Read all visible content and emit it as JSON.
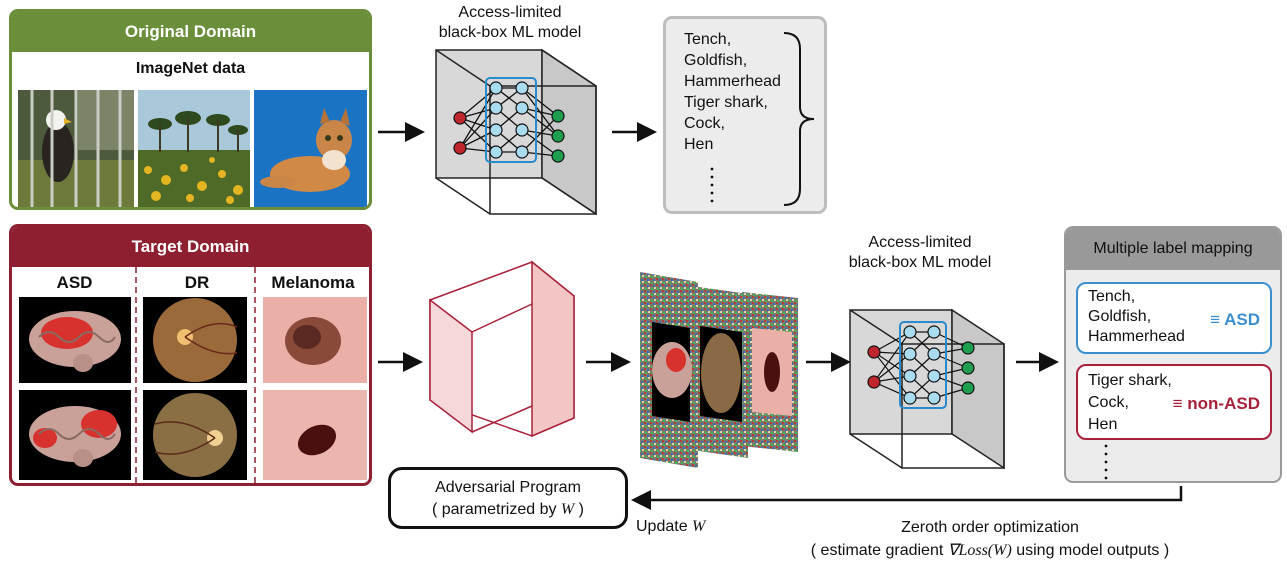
{
  "original_domain": {
    "title": "Original Domain",
    "subtitle": "ImageNet data"
  },
  "target_domain": {
    "title": "Target Domain",
    "columns": [
      "ASD",
      "DR",
      "Melanoma"
    ]
  },
  "model_top": {
    "label_line1": "Access-limited",
    "label_line2": "black-box ML model"
  },
  "model_bottom": {
    "label_line1": "Access-limited",
    "label_line2": "black-box ML model"
  },
  "imagenet_labels": [
    "Tench,",
    "Goldfish,",
    "Hammerhead",
    "Tiger shark,",
    "Cock,",
    "Hen"
  ],
  "label_mapping": {
    "title": "Multiple label mapping",
    "asd_items": [
      "Tench,",
      "Goldfish,",
      "Hammerhead"
    ],
    "asd_label": "≡ ASD",
    "nonasd_items": [
      "Tiger shark,",
      "Cock,",
      "Hen"
    ],
    "nonasd_label": "≡ non-ASD"
  },
  "adversarial_program": {
    "line1": "Adversarial Program",
    "line2_prefix": "( parametrized by ",
    "line2_var": "W",
    "line2_suffix": " )"
  },
  "update": {
    "prefix": "Update ",
    "var": "W"
  },
  "optimization": {
    "line1": "Zeroth order optimization",
    "line2_prefix": "( estimate gradient ",
    "line2_math": "∇Loss(W)",
    "line2_suffix": " using model outputs )"
  },
  "colors": {
    "original": "#6b8e3a",
    "target": "#8e1f30",
    "asd": "#3b8fcf",
    "nonasd": "#a8213a",
    "node_red": "#c0262d",
    "node_blue": "#a9dcef",
    "node_green": "#1e9e4f"
  },
  "icons": [
    "arrow-icon",
    "neural-network-icon",
    "brace-icon"
  ]
}
